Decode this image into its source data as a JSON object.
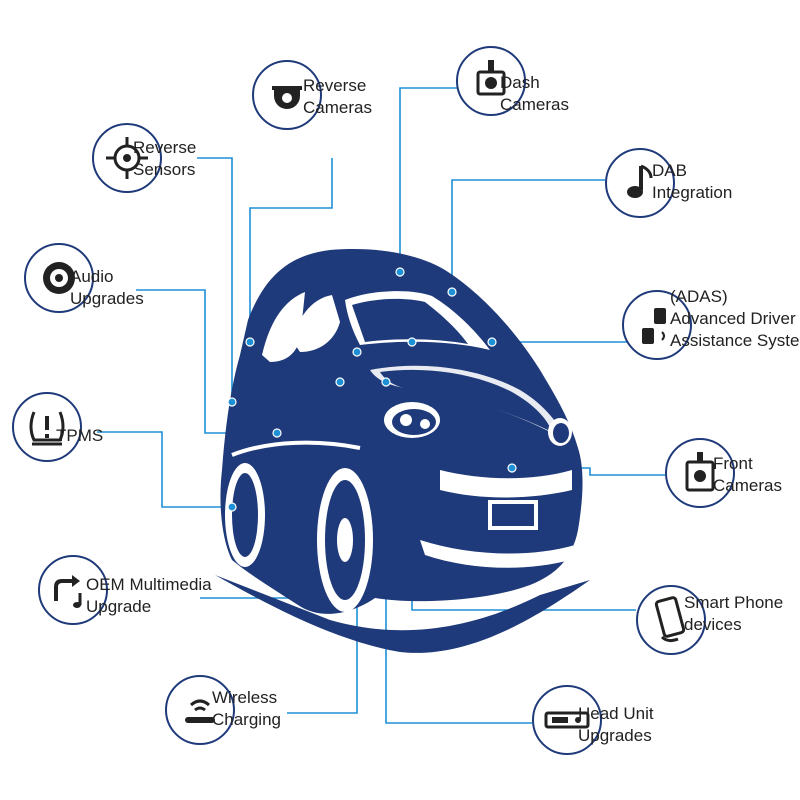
{
  "colors": {
    "car": "#1f3a7a",
    "lines": "#1e90d6",
    "badge_border": "#1f3a7a"
  },
  "features": [
    {
      "id": "reverse-cameras",
      "line1": "Reverse",
      "line2": "Cameras",
      "icon": "camera-dome-icon"
    },
    {
      "id": "dash-cameras",
      "line1": "Dash",
      "line2": "Cameras",
      "icon": "dash-camera-icon"
    },
    {
      "id": "reverse-sensors",
      "line1": "Reverse",
      "line2": "Sensors",
      "icon": "sensor-target-icon"
    },
    {
      "id": "dab-integration",
      "line1": "DAB",
      "line2": "Integration",
      "icon": "music-note-icon"
    },
    {
      "id": "audio-upgrades",
      "line1": "Audio",
      "line2": "Upgrades",
      "icon": "speaker-icon"
    },
    {
      "id": "adas",
      "line1": "(ADAS)",
      "line2": "Advanced Driver",
      "line3": "Assistance Systems",
      "icon": "adas-cars-icon"
    },
    {
      "id": "tpms",
      "line1": "TPMS",
      "icon": "tpms-warning-icon"
    },
    {
      "id": "front-cameras",
      "line1": "Front",
      "line2": "Cameras",
      "icon": "front-camera-icon"
    },
    {
      "id": "oem-multimedia",
      "line1": "OEM Multimedia",
      "line2": "Upgrade",
      "icon": "nav-music-icon"
    },
    {
      "id": "smart-phone",
      "line1": "Smart Phone",
      "line2": "devices",
      "icon": "smartphone-icon"
    },
    {
      "id": "wireless-charging",
      "line1": "Wireless",
      "line2": "Charging",
      "icon": "wireless-charging-icon"
    },
    {
      "id": "head-unit",
      "line1": "Head Unit",
      "line2": "Upgrades",
      "icon": "head-unit-icon"
    }
  ]
}
